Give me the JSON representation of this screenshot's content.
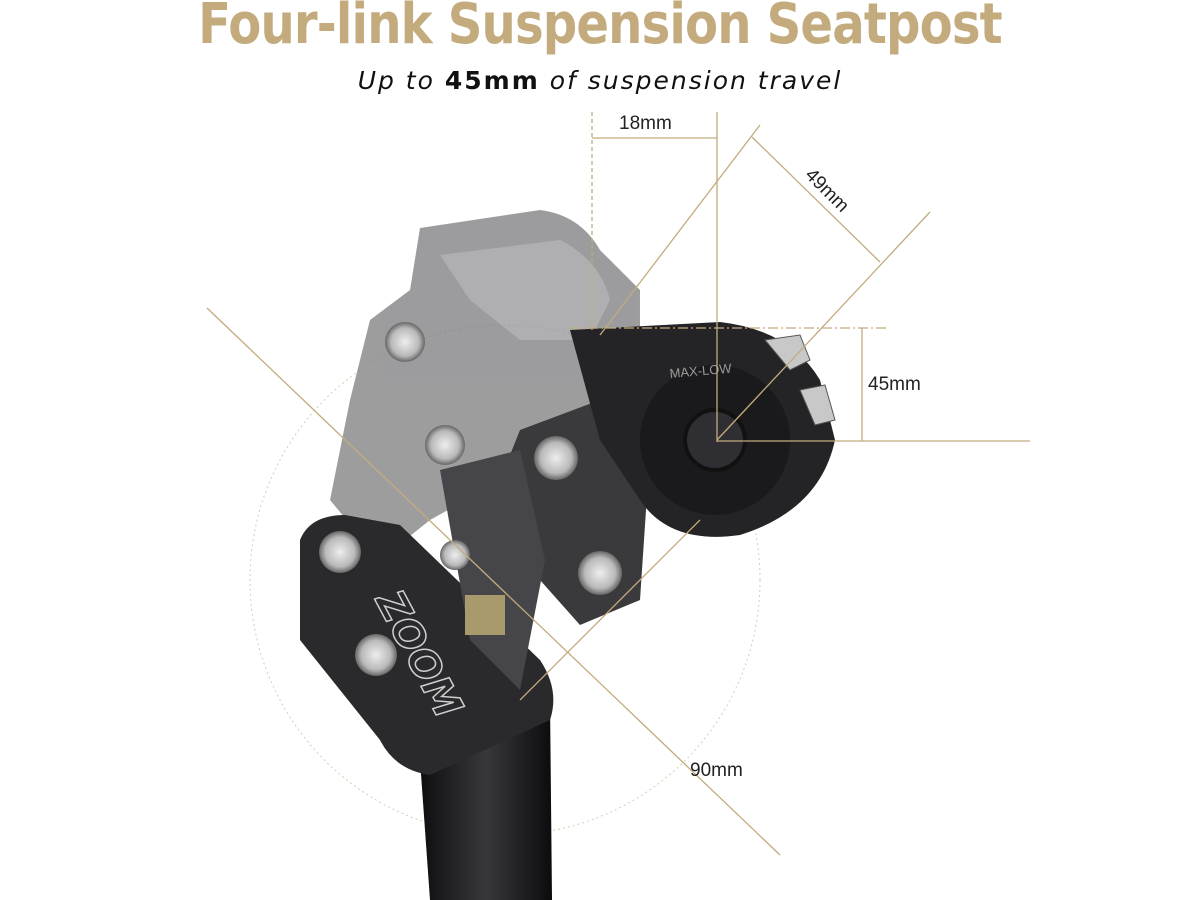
{
  "title": "Four-link Suspension Seatpost",
  "subtitle": {
    "prefix": "Up to ",
    "highlight": "45mm",
    "suffix": " of suspension travel"
  },
  "dimensions": {
    "horizontal_offset": "18mm",
    "diagonal_travel": "49mm",
    "vertical_travel": "45mm",
    "link_length": "90mm"
  },
  "brand_logo": "ZOOM",
  "clamp_marking": "MAX-LOW",
  "colors": {
    "accent_gold": "#c3ab7d",
    "post_black": "#1e1e20",
    "ghost_grey": "#8a8a8a"
  }
}
